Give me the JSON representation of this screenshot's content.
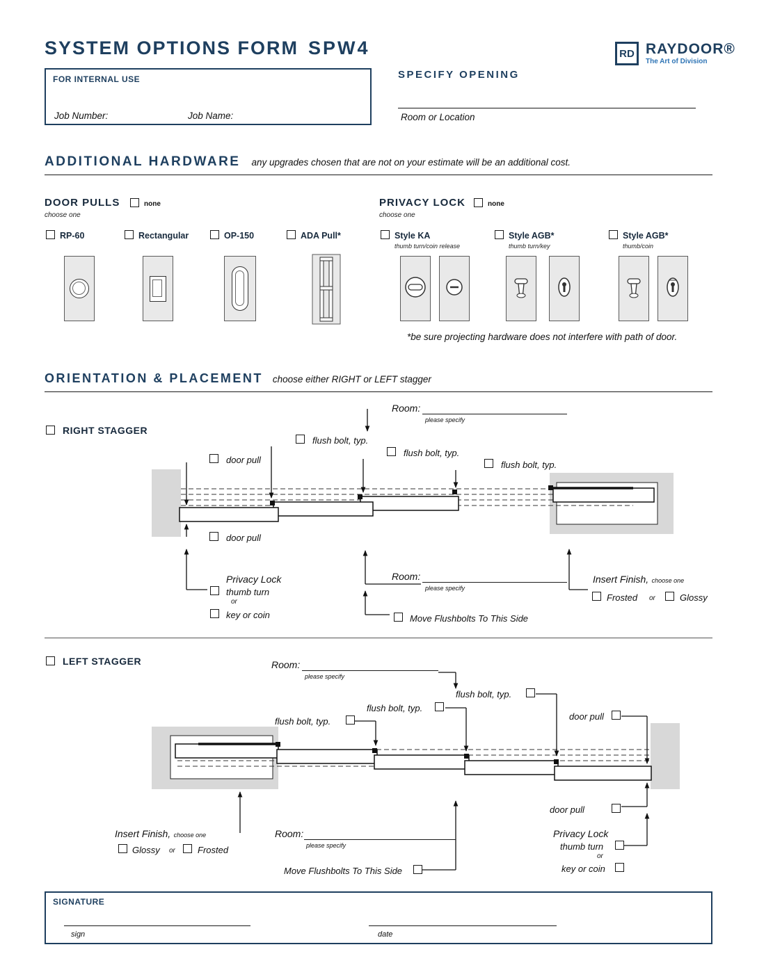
{
  "header": {
    "title": "SYSTEM OPTIONS FORM",
    "model": "SPW4",
    "logo": {
      "monogram": "RD",
      "brand": "RAYDOOR®",
      "tagline": "The Art of Division"
    }
  },
  "internal_use": {
    "heading": "FOR INTERNAL USE",
    "job_number_label": "Job Number:",
    "job_name_label": "Job Name:"
  },
  "specify_opening": {
    "heading": "SPECIFY OPENING",
    "field_label": "Room or Location"
  },
  "additional_hardware": {
    "heading": "ADDITIONAL HARDWARE",
    "note": "any upgrades chosen that are not on your estimate will be an additional cost."
  },
  "door_pulls": {
    "heading": "DOOR PULLS",
    "none_label": "none",
    "choose_label": "choose one",
    "options": [
      {
        "label": "RP-60"
      },
      {
        "label": "Rectangular"
      },
      {
        "label": "OP-150"
      },
      {
        "label": "ADA Pull*"
      }
    ]
  },
  "privacy_lock": {
    "heading": "PRIVACY LOCK",
    "none_label": "none",
    "choose_label": "choose one",
    "options": [
      {
        "label": "Style KA",
        "sublabel": "thumb turn/coin release"
      },
      {
        "label": "Style AGB*",
        "sublabel": "thumb turn/key"
      },
      {
        "label": "Style AGB*",
        "sublabel": "thumb/coin"
      }
    ],
    "footnote": "*be sure projecting hardware does not interfere with path of door."
  },
  "orientation": {
    "heading": "ORIENTATION & PLACEMENT",
    "note": "choose either RIGHT or LEFT stagger"
  },
  "right_stagger": {
    "label": "RIGHT STAGGER"
  },
  "left_stagger": {
    "label": "LEFT STAGGER"
  },
  "labels": {
    "room": "Room:",
    "please_specify": "please specify",
    "flush_bolt": "flush bolt,  typ.",
    "door_pull": "door pull",
    "privacy_lock": "Privacy Lock",
    "thumb_turn": "thumb turn",
    "or": "or",
    "key_or_coin": "key or coin",
    "move_flushbolts": "Move Flushbolts To This Side",
    "insert_finish": "Insert Finish,",
    "choose_one": "choose one",
    "frosted": "Frosted",
    "glossy": "Glossy"
  },
  "signature": {
    "heading": "SIGNATURE",
    "sign_label": "sign",
    "date_label": "date"
  }
}
